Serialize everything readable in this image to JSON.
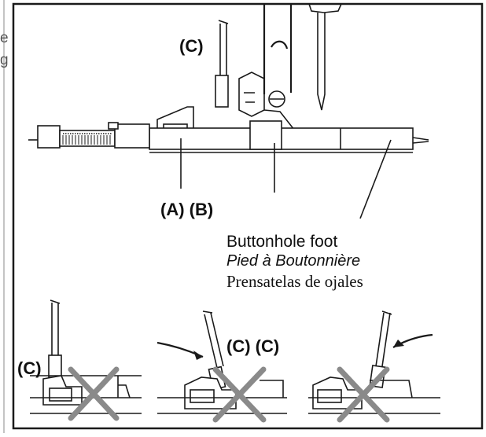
{
  "labels": {
    "c_top": "(C)",
    "a_b": "(A) (B)",
    "foot_en": "Buttonhole foot",
    "foot_fr": "Pied à Boutonnière",
    "foot_es": "Prensatelas de ojales",
    "c_bottom_left": "(C)",
    "c_bottom_mid": "(C) (C)",
    "clipped_1": "e",
    "clipped_2": "g"
  }
}
